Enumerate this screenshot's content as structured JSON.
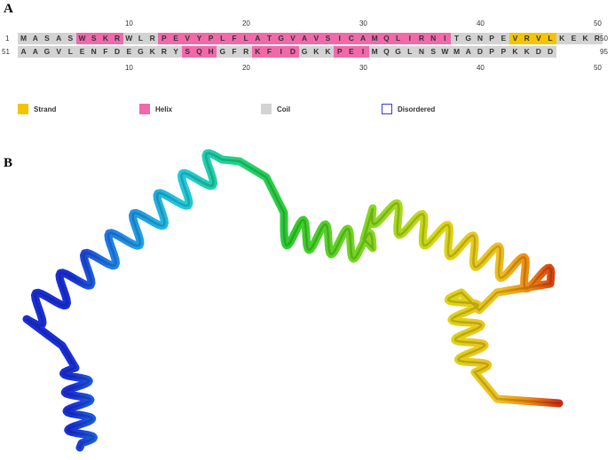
{
  "panel_a": {
    "label": "A",
    "rows": [
      {
        "start": "1",
        "end": "50",
        "residues": "MASASWSKRWLRPEVYPLFLATGVAVSICAMQLIRNITGNPEVRVLKEKR",
        "ss": "CCCCCHHHHCCCHHHHHHHHHHHHHHHHHHHHHHHHHCCCCCEEEECCCC"
      },
      {
        "start": "51",
        "end": "95",
        "residues": "AAGVLENFDEGKRYSQHGFRKFIDGKKPEIMQGLNSWMADPPKKDD",
        "ss": "CCCCCCCCCCCCCCHHHCCCHHHHCCCHHHCCCCCCCCCCCCCCCC"
      }
    ],
    "ticks": [
      "10",
      "20",
      "30",
      "40",
      "50"
    ]
  },
  "legend": [
    {
      "key": "strand",
      "label": "Strand",
      "color": "#f5c400",
      "outline": false
    },
    {
      "key": "helix",
      "label": "Helix",
      "color": "#f06aaa",
      "outline": false
    },
    {
      "key": "coil",
      "label": "Coil",
      "color": "#d3d3d3",
      "outline": false
    },
    {
      "key": "disordered",
      "label": "Disordered",
      "color": "#3a3ad0",
      "outline": true
    }
  ],
  "panel_b": {
    "label": "B",
    "ribbon_color_scheme": [
      "#1a2fd6",
      "#1f7fe8",
      "#22c8e0",
      "#1ed38a",
      "#2ecc2e",
      "#8fd81e",
      "#d8d814",
      "#f0c020",
      "#f08a10",
      "#e83214",
      "#c81414"
    ]
  }
}
